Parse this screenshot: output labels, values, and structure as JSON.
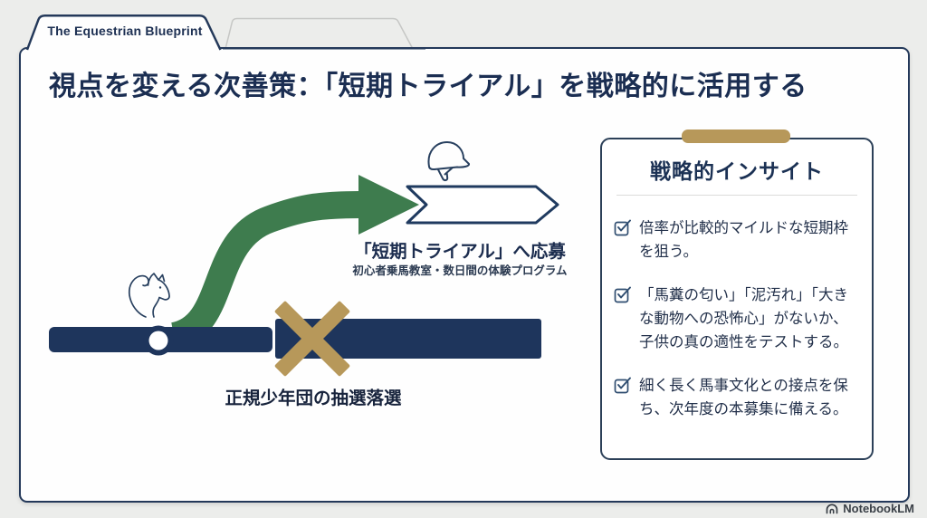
{
  "tabs": {
    "primary_label": "The Equestrian Blueprint",
    "secondary_label": ""
  },
  "title": "視点を変える次善策：「短期トライアル」を戦略的に活用する",
  "diagram": {
    "branch_label": "「短期トライアル」へ応募",
    "branch_sublabel": "初心者乗馬教室・数日間の体験プログラム",
    "main_track_label": "正規少年団の抽選落選",
    "icons": [
      "horse-icon",
      "helmet-icon",
      "rejection-x-icon",
      "junction-node",
      "branch-arrow",
      "goal-banner"
    ]
  },
  "panel": {
    "title": "戦略的インサイト",
    "items": [
      "倍率が比較的マイルドな短期枠を狙う。",
      "「馬糞の匂い」「泥汚れ」「大きな動物への恐怖心」がないか、子供の真の適性をテストする。",
      "細く長く馬事文化との接点を保ち、次年度の本募集に備える。"
    ]
  },
  "footer": {
    "brand": "NotebookLM"
  },
  "colors": {
    "navy": "#1e355c",
    "border_navy": "#24395a",
    "green": "#3e7c4e",
    "gold": "#b7985a",
    "background": "#ecedeb",
    "card": "#fefefe"
  }
}
